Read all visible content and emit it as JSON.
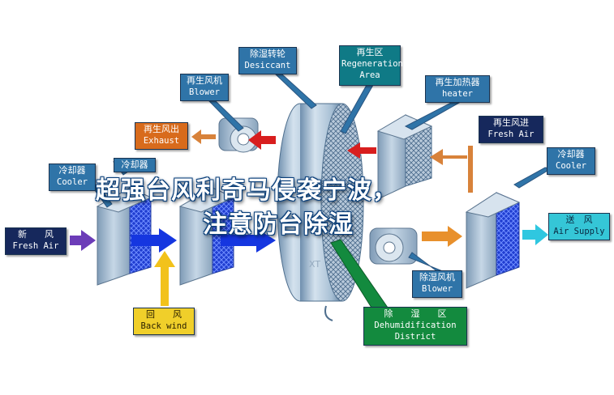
{
  "labels": {
    "desiccant": {
      "zh": "除湿转轮",
      "en": "Desiccant"
    },
    "regeneration": {
      "zh": "再生区",
      "en": "Regeneration Area"
    },
    "regen_blower": {
      "zh": "再生风机",
      "en": "Blower"
    },
    "heater": {
      "zh": "再生加热器",
      "en": "heater"
    },
    "exhaust": {
      "zh": "再生风出",
      "en": "Exhaust"
    },
    "regen_fresh_air": {
      "zh": "再生风进",
      "en": "Fresh Air"
    },
    "cooler_left": {
      "zh": "冷却器",
      "en": "Cooler"
    },
    "cooler_mid": {
      "zh": "冷却器"
    },
    "cooler_right": {
      "zh": "冷却器",
      "en": "Cooler"
    },
    "fresh_air": {
      "zh": "新　　风",
      "en": "Fresh Air"
    },
    "air_supply": {
      "zh": "送　风",
      "en": "Air Supply"
    },
    "process_blower": {
      "zh": "除湿风机",
      "en": "Blower"
    },
    "back_wind": {
      "zh": "回　　风",
      "en": "Back wind"
    },
    "dehumidification": {
      "zh": "除　　湿　　区",
      "en": "Dehumidification District"
    }
  },
  "overlay": {
    "line1": "超强台风利奇马侵袭宁波，",
    "line2": "注意防台除湿"
  },
  "watermark": "XT",
  "colors": {
    "label_blue": "#2f74a8",
    "label_navy": "#16285c",
    "label_orange": "#d86b1c",
    "label_teal": "#0f7a86",
    "label_cyan": "#35c6d7",
    "label_yellow": "#f0cf2a",
    "label_green": "#138a3e",
    "arrow_blue": "#1536e0",
    "arrow_orange": "#e8902c",
    "arrow_red": "#d81e1e",
    "arrow_yellow": "#f2c21b",
    "coil_blue": "#1f3dd0",
    "equipment_grey": "#9fb7cc"
  }
}
